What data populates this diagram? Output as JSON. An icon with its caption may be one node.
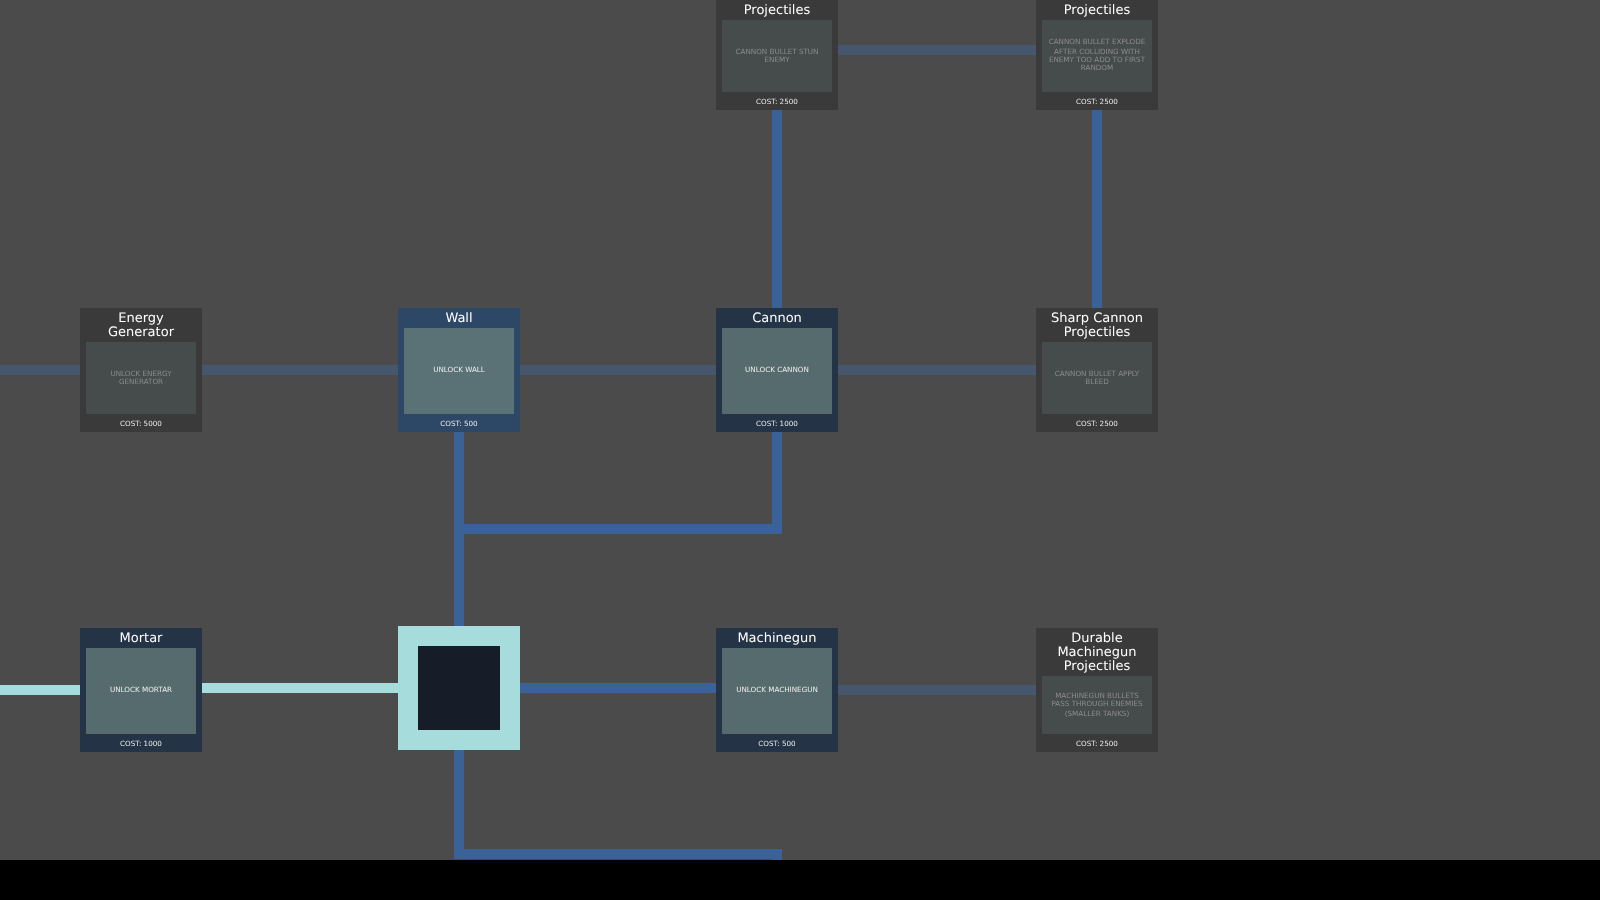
{
  "diagram": {
    "nodes": [
      {
        "text": [
          "Projectiles",
          "CANNON BULLET STUN ENEMY",
          "COST: 2500"
        ]
      },
      {
        "text": [
          "Projectiles",
          "CANNON BULLET EXPLODE AFTER COLLIDING WITH ENEMY TOO ADD TO FIRST RANDOM",
          "COST: 2500"
        ]
      },
      {
        "text": [
          "Energy Generator",
          "UNLOCK ENERGY GENERATOR",
          "COST: 5000"
        ]
      },
      {
        "text": [
          "Wall",
          "UNLOCK WALL",
          "COST: 500"
        ]
      },
      {
        "text": [
          "Cannon",
          "UNLOCK CANNON",
          "COST: 1000"
        ]
      },
      {
        "text": [
          "Sharp Cannon Projectiles",
          "CANNON BULLET APPLY BLEED",
          "COST: 2500"
        ]
      },
      {
        "text": [
          "Mortar",
          "UNLOCK MORTAR",
          "COST: 1000"
        ]
      },
      {
        "text": [],
        "shape": "box"
      },
      {
        "text": [
          "Machinegun",
          "UNLOCK MACHINEGUN",
          "COST: 500"
        ]
      },
      {
        "text": [
          "Durable Machinegun Projectiles",
          "MACHINEGUN BULLETS PASS THROUGH ENEMIES (SMALLER TANKS)",
          "COST: 2500"
        ]
      }
    ],
    "edges": [
      {
        "from": 0,
        "to": 1,
        "arrow": "none",
        "color": "#46566c"
      },
      {
        "from": 4,
        "to": 0,
        "arrow": "none"
      },
      {
        "from": 5,
        "to": 1,
        "arrow": "none"
      },
      {
        "from": null,
        "to": 2,
        "arrow": "none",
        "color": "#46566c"
      },
      {
        "from": 2,
        "to": 3,
        "arrow": "none",
        "color": "#46566c"
      },
      {
        "from": 3,
        "to": 4,
        "arrow": "none",
        "color": "#46566c"
      },
      {
        "from": 4,
        "to": 5,
        "arrow": "none",
        "color": "#46566c"
      },
      {
        "from": 7,
        "to": 3,
        "arrow": "none"
      },
      {
        "from": 7,
        "to": 4,
        "arrow": "none"
      },
      {
        "from": null,
        "to": 6,
        "arrow": "none",
        "color": "#a6dcdc"
      },
      {
        "from": 7,
        "to": 6,
        "arrow": "none",
        "color": "#a6dcdc"
      },
      {
        "from": 7,
        "to": 8,
        "arrow": "none"
      },
      {
        "from": 8,
        "to": 9,
        "arrow": "none",
        "color": "#46566c"
      },
      {
        "from": 7,
        "to": null,
        "arrow": "none"
      }
    ]
  }
}
